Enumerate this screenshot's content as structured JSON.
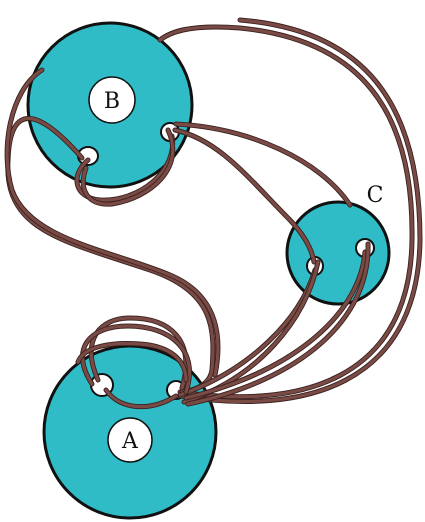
{
  "diagram": {
    "labels": {
      "disc_a": "A",
      "disc_b": "B",
      "disc_c": "C"
    },
    "colors": {
      "disc_fill": "#2fbcc6",
      "disc_outline": "#111111",
      "cord": "#7a4a45",
      "cord_outline": "#3a2220",
      "background": "#ffffff"
    }
  }
}
